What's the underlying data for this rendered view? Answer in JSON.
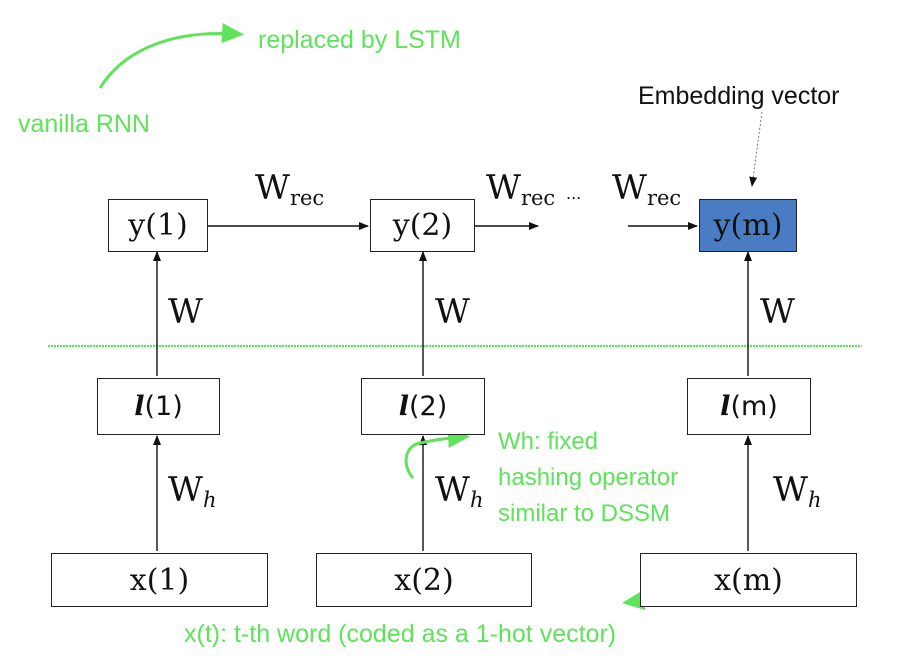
{
  "annotations": {
    "vanilla": "vanilla RNN",
    "replaced": "replaced by LSTM",
    "embedding": "Embedding vector",
    "hash_line1": "Wh: fixed",
    "hash_line2": "hashing operator",
    "hash_line3": "similar to DSSM",
    "xt_note": "x(t): t-th word (coded as a 1-hot vector)"
  },
  "y_row": {
    "y1": "y(1)",
    "y2": "y(2)",
    "ym": "y(m)"
  },
  "l_row": {
    "l1_sym": "l",
    "l1_arg": "(1)",
    "l2_sym": "l",
    "l2_arg": "(2)",
    "lm_sym": "l",
    "lm_arg": "(m)"
  },
  "x_row": {
    "x1": "x(1)",
    "x2": "x(2)",
    "xm": "x(m)"
  },
  "weights": {
    "W": "W",
    "Wh_base": "W",
    "Wh_sub": "h",
    "Wrec_base": "W",
    "Wrec_sub": "rec",
    "ellipsis": "..."
  },
  "colors": {
    "annotation_green": "#5ee35a",
    "embedding_box": "#4a7cc4",
    "ink": "#111111"
  }
}
